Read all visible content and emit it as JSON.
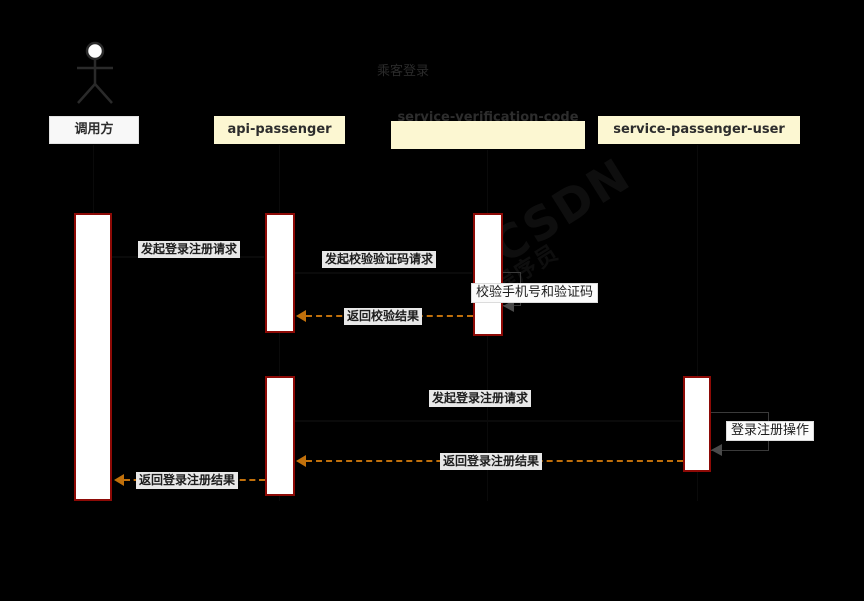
{
  "diagram": {
    "title": "乘客登录",
    "type": "uml-sequence-diagram",
    "background_color": "#000000",
    "accent_colors": {
      "participant_fill": "#fcf7d2",
      "actor_box_fill": "#f8f8f8",
      "activation_border": "#8d0a06",
      "activation_fill": "#ffffff",
      "return_arrow": "#c1700b",
      "self_message": "#4a4a4a",
      "label_background": "#e8e8e8"
    },
    "watermark": {
      "line1": "CSDN",
      "line2": "F程序员"
    }
  },
  "participants": [
    {
      "id": "caller",
      "label": "调用方",
      "kind": "actor",
      "icon": "actor-stick-figure-icon"
    },
    {
      "id": "api",
      "label": "api-passenger",
      "kind": "service"
    },
    {
      "id": "vcode",
      "label": "service-verification-code",
      "kind": "service"
    },
    {
      "id": "user",
      "label": "service-passenger-user",
      "kind": "service"
    }
  ],
  "messages": [
    {
      "seq": 1,
      "label": "发起登录注册请求",
      "from": "caller",
      "to": "api",
      "kind": "request"
    },
    {
      "seq": 2,
      "label": "发起校验验证码请求",
      "from": "api",
      "to": "vcode",
      "kind": "request"
    },
    {
      "seq": 3,
      "label": "校验手机号和验证码",
      "from": "vcode",
      "to": "vcode",
      "kind": "self"
    },
    {
      "seq": 4,
      "label": "返回校验结果",
      "from": "vcode",
      "to": "api",
      "kind": "return"
    },
    {
      "seq": 5,
      "label": "发起登录注册请求",
      "from": "api",
      "to": "user",
      "kind": "request"
    },
    {
      "seq": 6,
      "label": "登录注册操作",
      "from": "user",
      "to": "user",
      "kind": "self"
    },
    {
      "seq": 7,
      "label": "返回登录注册结果",
      "from": "user",
      "to": "api",
      "kind": "return"
    },
    {
      "seq": 8,
      "label": "返回登录注册结果",
      "from": "api",
      "to": "caller",
      "kind": "return"
    }
  ]
}
